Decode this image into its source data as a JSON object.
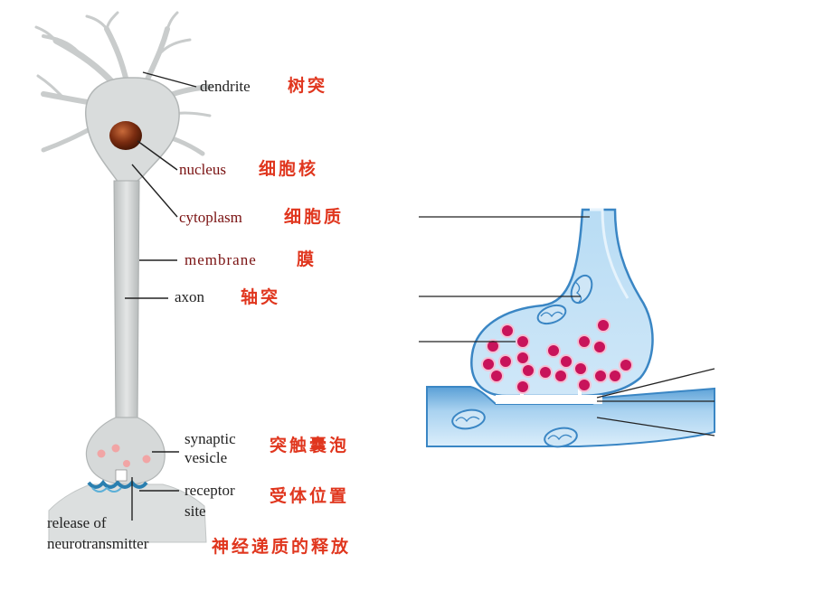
{
  "neuron": {
    "labels": {
      "dendrite": {
        "en": "dendrite",
        "zh": "树突"
      },
      "nucleus": {
        "en": "nucleus",
        "zh": "细胞核"
      },
      "cytoplasm": {
        "en": "cytoplasm",
        "zh": "细胞质"
      },
      "membrane": {
        "en": "membrane",
        "zh": "膜"
      },
      "axon": {
        "en": "axon",
        "zh": "轴突"
      },
      "synaptic_vesicle": {
        "en_line1": "synaptic",
        "en_line2": "vesicle",
        "zh": "突触囊泡"
      },
      "receptor_site": {
        "en_line1": "receptor",
        "en_line2": "site",
        "zh": "受体位置"
      },
      "neurotransmitter_release": {
        "en_line1": "release of",
        "en_line2": "neurotransmitter",
        "zh": "神经递质的释放"
      }
    }
  },
  "colors": {
    "cell_body": "#d9dcdc",
    "nucleus": "#7a2c10",
    "label_red_en": "#7a1212",
    "label_red_zh": "#e0361e",
    "synapse_blue": "#9ccbea",
    "synapse_blue_dark": "#3a86c4",
    "vesicle": "#c8135a"
  }
}
